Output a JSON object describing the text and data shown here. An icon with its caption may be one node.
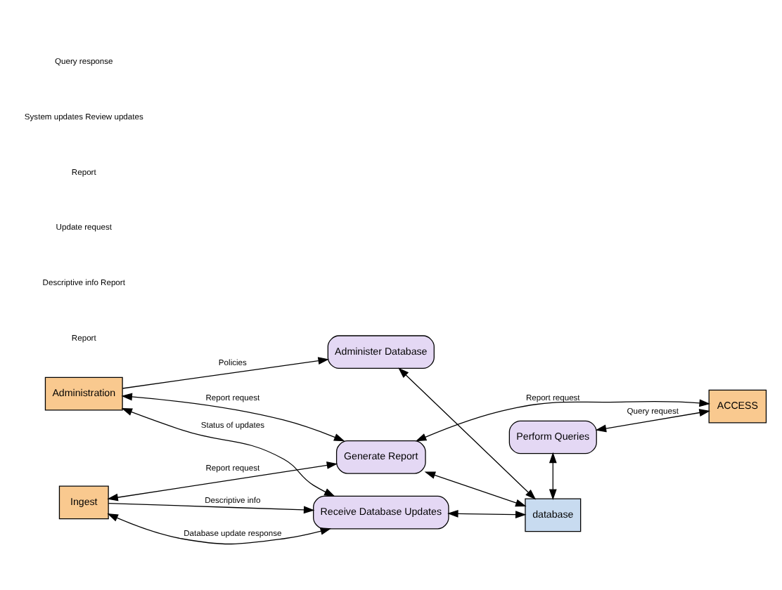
{
  "diagram": {
    "nodes": [
      {
        "text": [
          "Ingest"
        ]
      },
      {
        "text": [
          "Generate Report"
        ]
      },
      {
        "text": [
          "ACCESS"
        ]
      },
      {
        "text": [
          "Administration"
        ]
      },
      {
        "text": [
          "Perform Queries"
        ]
      },
      {
        "text": [
          "Administer Database"
        ]
      },
      {
        "text": [
          "Receive Database Updates"
        ]
      },
      {
        "text": [
          "database"
        ]
      }
    ],
    "edges": [
      {
        "from": 0,
        "to": 1,
        "arrow": "both",
        "label": "Report request"
      },
      {
        "from": 1,
        "to": 2,
        "arrow": "both",
        "label": "Report request"
      },
      {
        "from": 6,
        "to": 0,
        "arrow": "both",
        "label": "Database update response"
      },
      {
        "from": 0,
        "to": 6,
        "arrow": "to",
        "label": "Descriptive info"
      },
      {
        "from": 1,
        "to": 3,
        "arrow": "both",
        "label": "Report request"
      },
      {
        "from": 3,
        "to": 5,
        "arrow": "to",
        "label": "Policies"
      },
      {
        "from": 3,
        "to": 6,
        "arrow": "both",
        "label": "Status of updates"
      },
      {
        "from": 6,
        "to": 7,
        "arrow": "both"
      },
      {
        "from": 5,
        "to": 7,
        "arrow": "both"
      },
      {
        "from": 1,
        "to": 7,
        "arrow": "both"
      },
      {
        "from": 4,
        "to": 7,
        "arrow": "both"
      },
      {
        "from": 4,
        "to": 2,
        "arrow": "both",
        "label": "Query request"
      }
    ],
    "labels": [
      "Report",
      "Descriptive info Report",
      "Update request",
      "Report",
      "System updates Review updates",
      "Query response"
    ]
  }
}
